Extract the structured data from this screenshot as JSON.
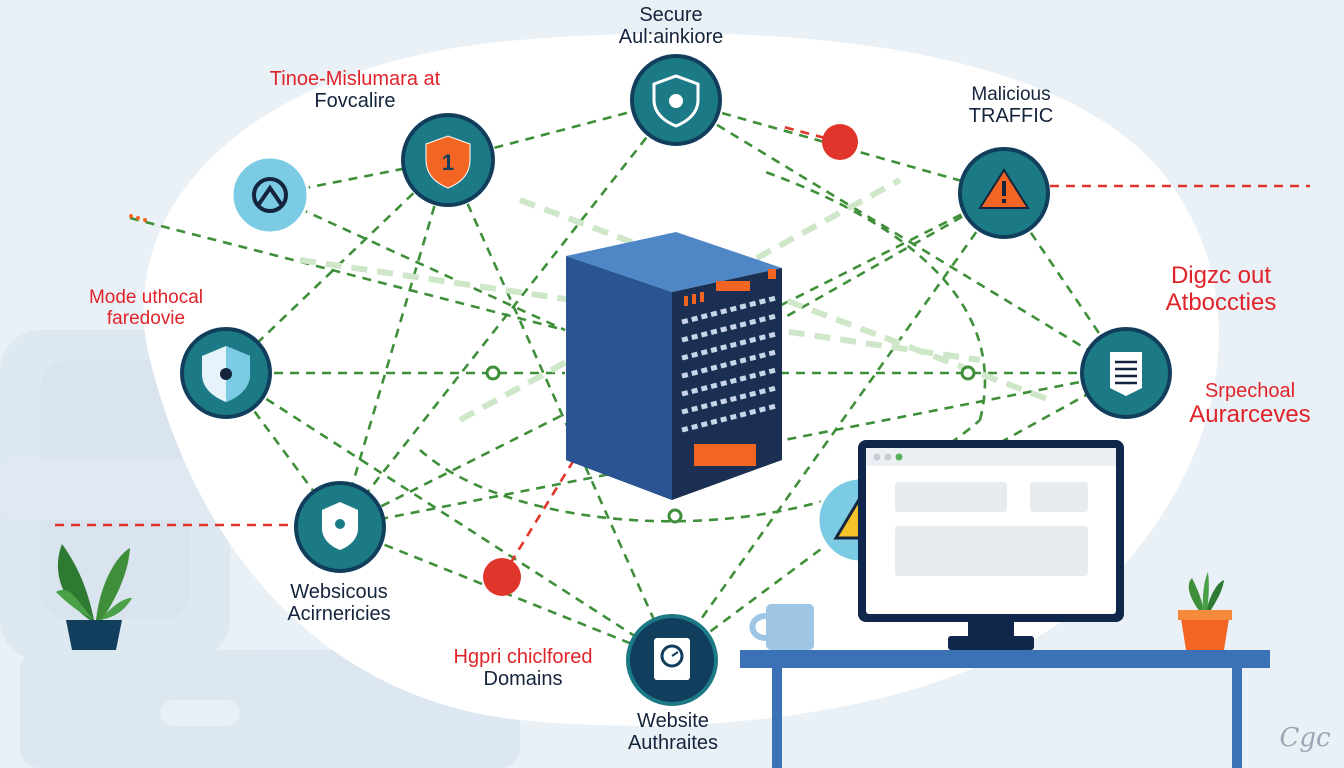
{
  "labels": {
    "secure_auth": [
      "Secure",
      "Aul:ainkiore"
    ],
    "tinoe": [
      "Tinoe-Mislumara at",
      "Fovcalire"
    ],
    "malicious": [
      "Malicious",
      "TRAFFIC"
    ],
    "digzc": [
      "Digzc out",
      "Atboccties"
    ],
    "mode": [
      "Mode uthocal",
      "faredovie"
    ],
    "spechoal": [
      "Srpechoal",
      "Aurarceves"
    ],
    "websicous": [
      "Websicous",
      "Acirnericies"
    ],
    "hgpri": [
      "Hgpri chiclfored",
      "Domains"
    ],
    "website": [
      "Website",
      "Authraites"
    ]
  },
  "signature": "Cgc",
  "node_badges": {
    "orange_shield_number": "1"
  },
  "colors": {
    "background": "#e9f0f6",
    "blob": "#ffffff",
    "node_teal": "#1c7a86",
    "node_dark": "#123e5e",
    "node_light": "#7ccbe5",
    "accent_orange": "#f26522",
    "warning_yellow": "#f6c22a",
    "server_blue": "#2f5e9c",
    "green_link": "#3f8f3a",
    "red_link": "#e0352b",
    "label_dark": "#15243d",
    "label_red": "#e0242a"
  },
  "icons": [
    "shield-eye-icon",
    "orange-shield-icon",
    "warning-triangle-icon",
    "document-icon",
    "shield-lock-icon",
    "badge-shield-icon",
    "safe-lock-icon",
    "gauge-icon",
    "server-rack-icon",
    "monitor-icon",
    "mug-icon",
    "plant-icon",
    "malicious-red-dot"
  ]
}
